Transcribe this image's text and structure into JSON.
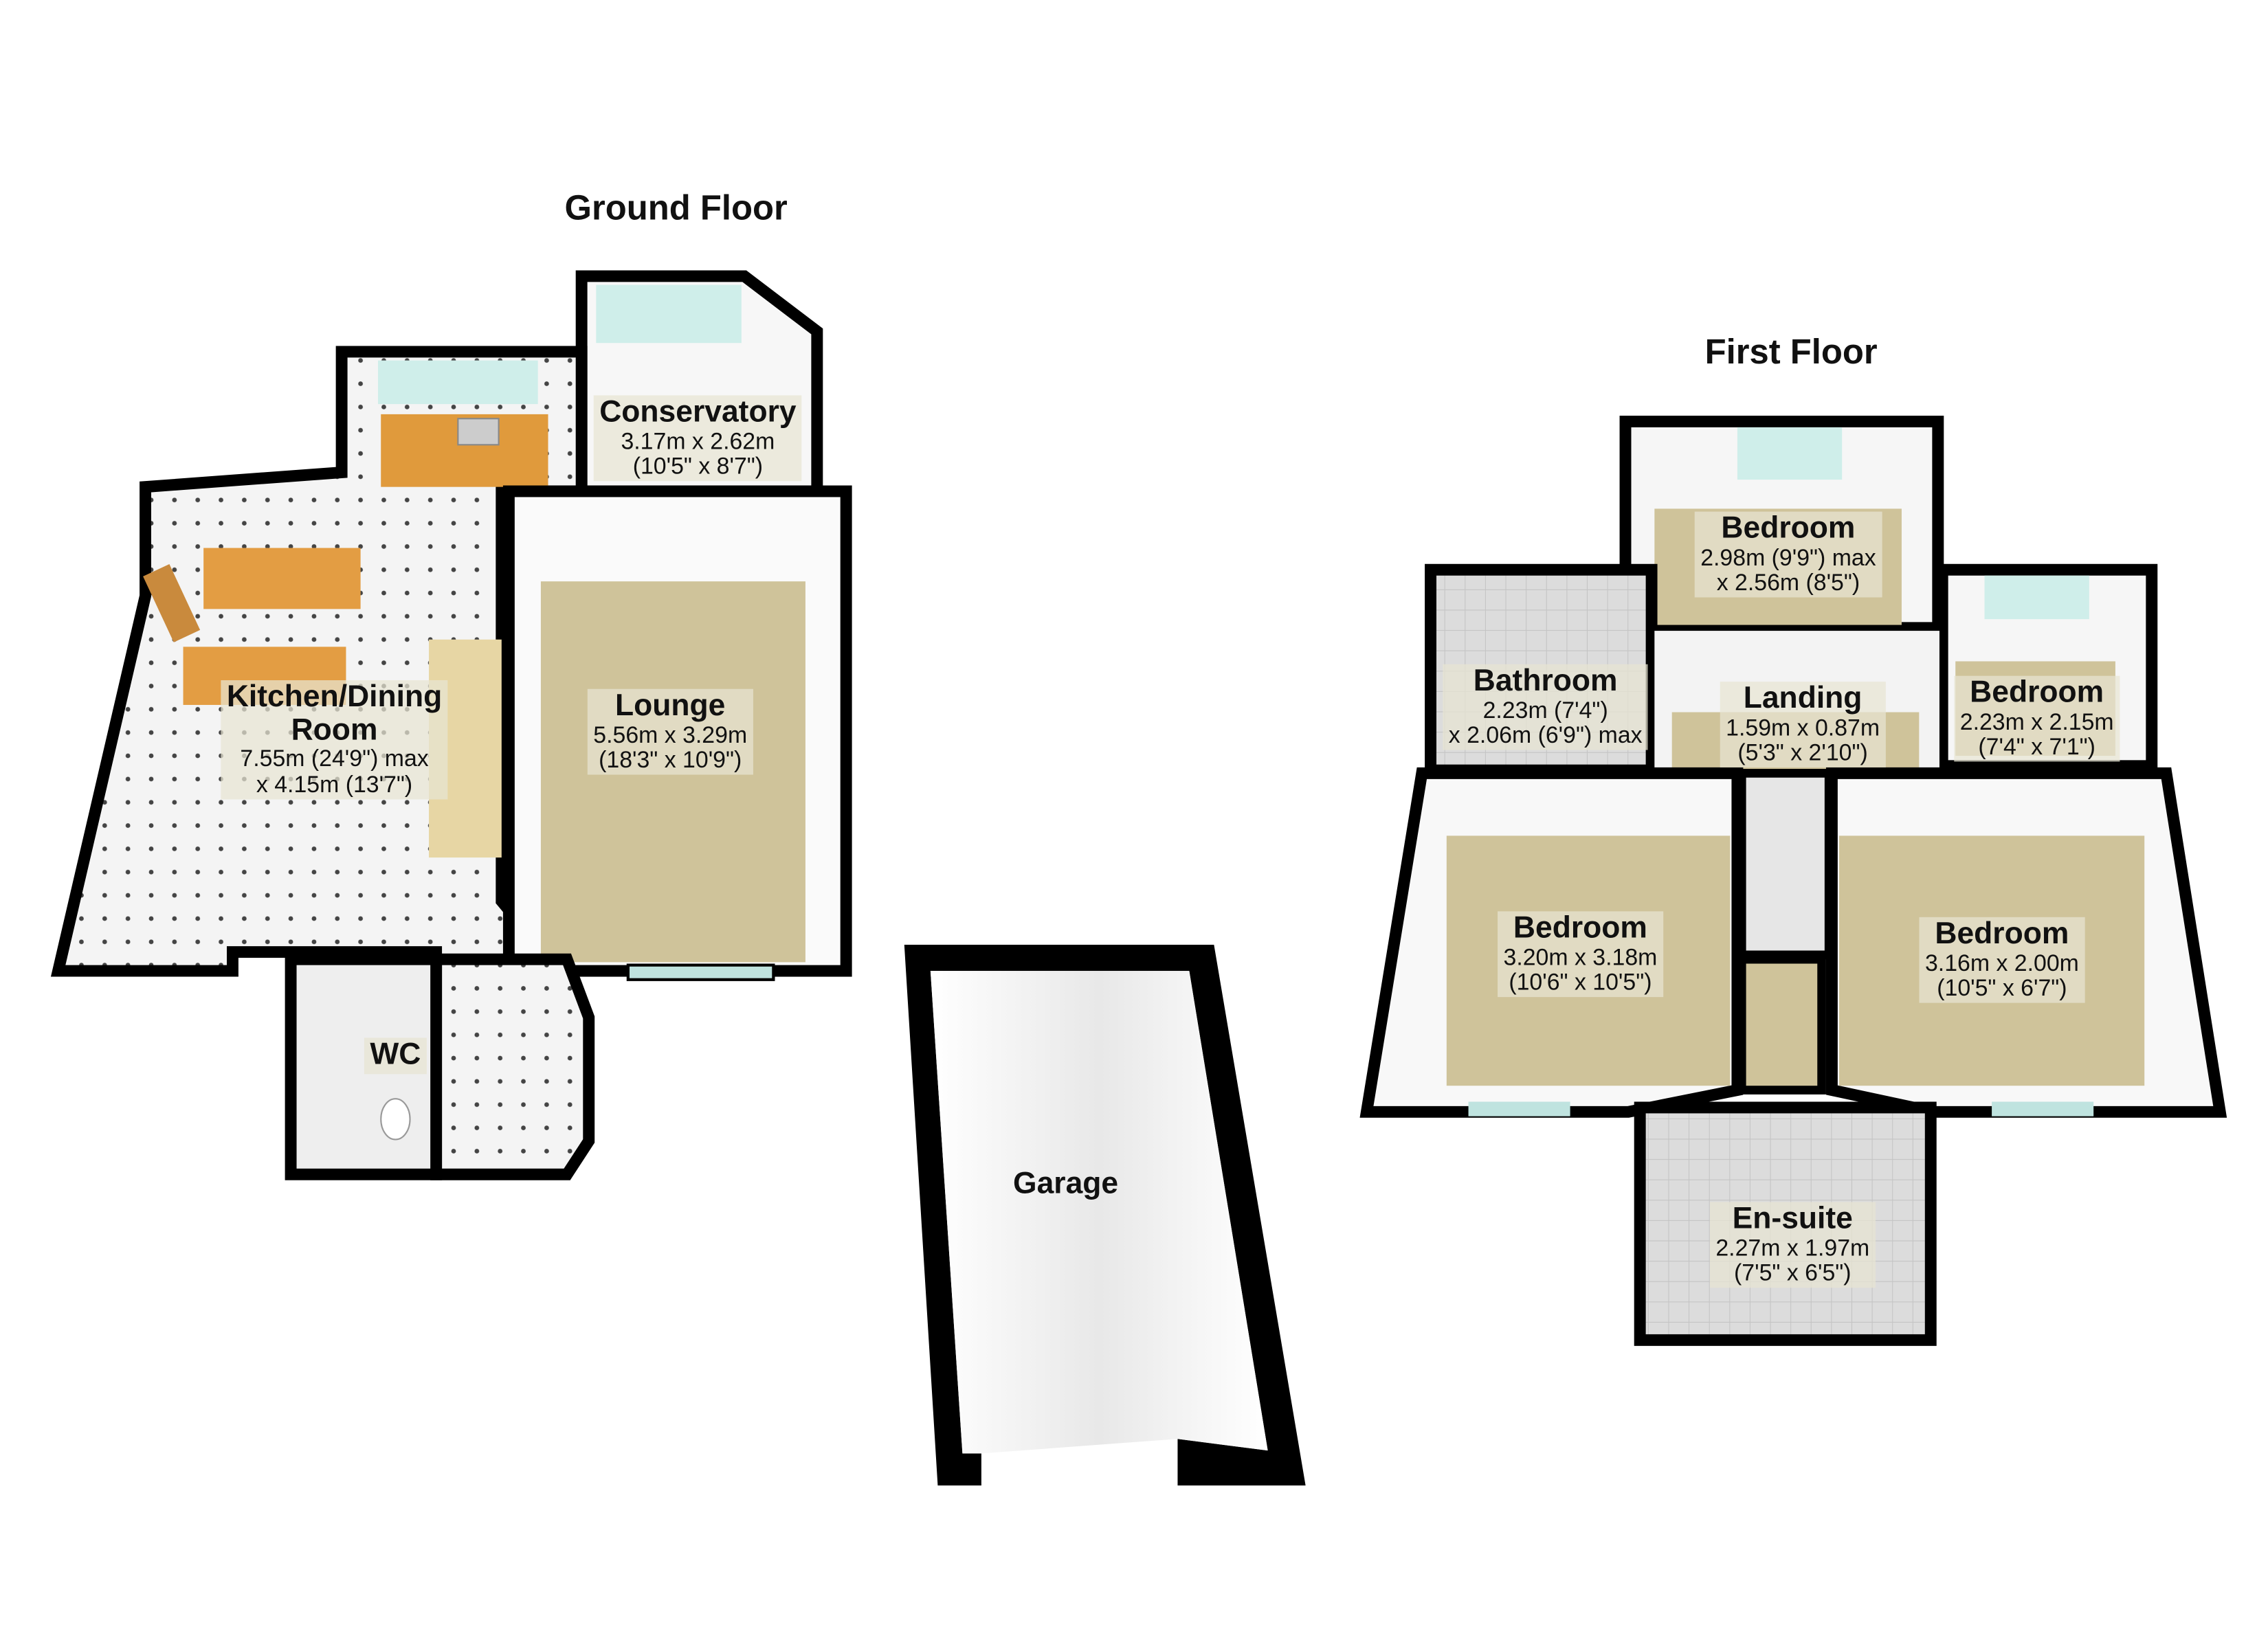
{
  "floors": {
    "ground": {
      "title": "Ground Floor",
      "rooms": {
        "conservatory": {
          "name": "Conservatory",
          "dim_m": "3.17m x 2.62m",
          "dim_ft": "(10'5\" x 8'7\")"
        },
        "kitchen": {
          "name_line1": "Kitchen/Dining",
          "name_line2": "Room",
          "dim_line1": "7.55m (24'9\") max",
          "dim_line2": "x 4.15m (13'7\")"
        },
        "lounge": {
          "name": "Lounge",
          "dim_m": "5.56m x 3.29m",
          "dim_ft": "(18'3\" x 10'9\")"
        },
        "wc": {
          "name": "WC"
        }
      }
    },
    "garage": {
      "name": "Garage"
    },
    "first": {
      "title": "First Floor",
      "rooms": {
        "bedroom_top": {
          "name": "Bedroom",
          "dim_line1": "2.98m (9'9\") max",
          "dim_line2": "x 2.56m (8'5\")"
        },
        "bathroom": {
          "name": "Bathroom",
          "dim_line1": "2.23m (7'4\")",
          "dim_line2": "x 2.06m (6'9\") max"
        },
        "landing": {
          "name": "Landing",
          "dim_m": "1.59m x 0.87m",
          "dim_ft": "(5'3\" x 2'10\")"
        },
        "bedroom_small": {
          "name": "Bedroom",
          "dim_m": "2.23m x 2.15m",
          "dim_ft": "(7'4\" x 7'1\")"
        },
        "bedroom_left": {
          "name": "Bedroom",
          "dim_m": "3.20m x 3.18m",
          "dim_ft": "(10'6\" x 10'5\")"
        },
        "bedroom_right": {
          "name": "Bedroom",
          "dim_m": "3.16m x 2.00m",
          "dim_ft": "(10'5\" x 6'7\")"
        },
        "ensuite": {
          "name": "En-suite",
          "dim_m": "2.27m x 1.97m",
          "dim_ft": "(7'5\" x 6'5\")"
        }
      }
    }
  },
  "colors": {
    "wall": "#000000",
    "carpet": "#cfc39a",
    "tile": "#f2f2f2",
    "worktop": "#e09a3c",
    "glass": "#bfe3df"
  }
}
